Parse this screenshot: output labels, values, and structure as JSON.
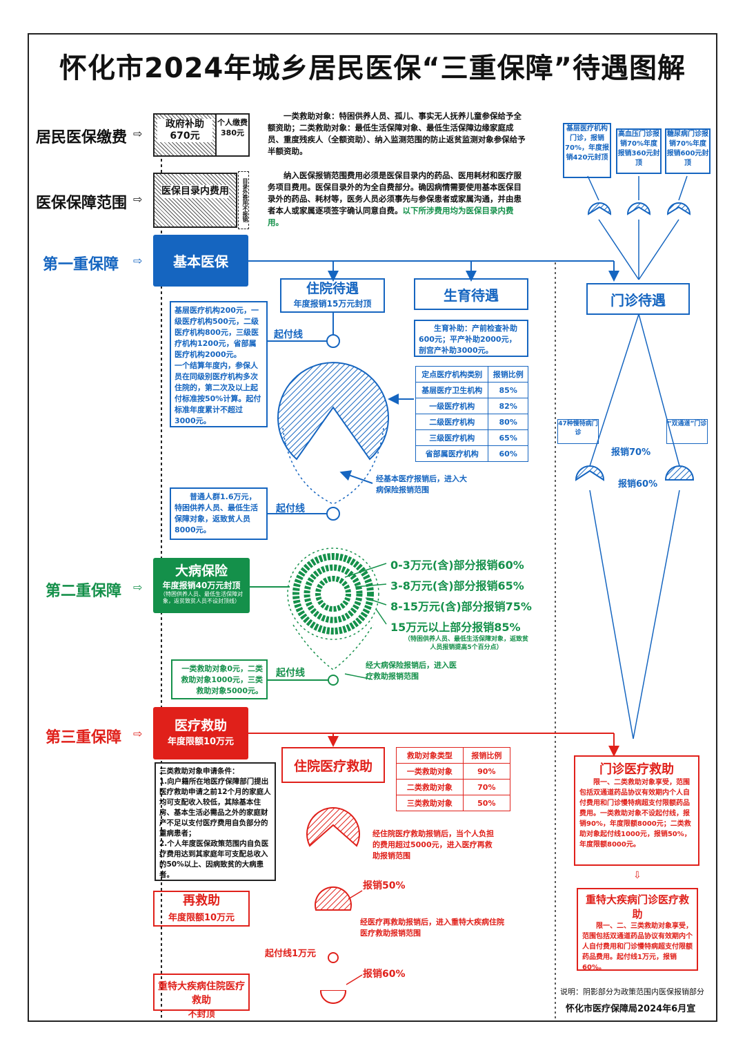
{
  "title": "怀化市2024年城乡居民医保“三重保障”待遇图解",
  "rows": {
    "payment": "居民医保缴费",
    "scope": "医保保障范围",
    "first": "第一重保障",
    "second": "第二重保障",
    "third": "第三重保障"
  },
  "payment": {
    "gov_label": "政府补助",
    "gov_amount": "670元",
    "personal_label": "个人缴费",
    "personal_amount": "380元"
  },
  "scope": {
    "inner": "医保目录内费用",
    "outer": "目录外费用不报销"
  },
  "notes": {
    "assistance": "一类救助对象：特困供养人员、孤儿、事实无人抚养儿童参保给予全额资助；二类救助对象：最低生活保障对象、最低生活保障边缘家庭成员、重度残疾人（全额资助）、纳入监测范围的防止返贫监测对象参保给予半额资助。",
    "scope_note": "纳入医保报销范围费用必须是医保目录内的药品、医用耗材和医疗服务项目费用。医保目录外的为全自费部分。确因病情需要使用基本医保目录外的药品、耗材等，医务人员必须事先与参保患者或家属沟通，并由患者本人或家属逐项签字确认同意自费。",
    "scope_note_green": "以下所涉费用均为医保目录内费用。"
  },
  "basic": {
    "label": "基本医保",
    "inpatient_title": "住院待遇",
    "inpatient_sub": "年度报销15万元封顶",
    "maternity_title": "生育待遇",
    "maternity_text": "生育补助：产前检查补助600元；平产补助2000元，剖宫产补助3000元。",
    "outpatient_title": "门诊待遇",
    "deductible_label": "起付线",
    "deductible_text": "基层医疗机构200元，一级医疗机构500元，二级医疗机构800元，三级医疗机构1200元，省部属医疗机构2000元。\n一个结算年度内，参保人员在同级别医疗机构多次住院的，第二次及以上起付标准按50%计算。起付标准年度累计不超过3000元。",
    "table_headers": [
      "定点医疗机构类别",
      "报销比例"
    ],
    "table_rows": [
      [
        "基层医疗卫生机构",
        "85%"
      ],
      [
        "一级医疗机构",
        "82%"
      ],
      [
        "二级医疗机构",
        "80%"
      ],
      [
        "三级医疗机构",
        "65%"
      ],
      [
        "省部属医疗机构",
        "60%"
      ]
    ],
    "after_text": "经基本医疗报销后，进入大病保险报销范围",
    "opd_items": [
      "基层医疗机构门诊，报销70%，年度报销420元封顶",
      "高血压门诊报销70%年度报销360元封顶",
      "糖尿病门诊报销70%年度报销600元封顶"
    ],
    "chronic_label": "47种慢特病门诊",
    "dual_label": "“双通道”门诊",
    "chronic_rate": "报销70%",
    "dual_rate": "报销60%"
  },
  "critical": {
    "label": "大病保险",
    "sub": "年度报销40万元封顶",
    "note": "（特困供养人员、最低生活保障对象，返贫致贫人员不设封顶线）",
    "deductible_label": "起付线",
    "deductible_text": "普通人群1.6万元，特困供养人员、最低生活保障对象，返致贫人员8000元。",
    "tiers": [
      "0-3万元(含)部分报销60%",
      "3-8万元(含)部分报销65%",
      "8-15万元(含)部分报销75%",
      "15万元以上部分报销85%"
    ],
    "tier_note": "（特困供养人员、最低生活保障对象，返致贫人员报销提高5个百分点）",
    "after_text": "经大病保险报销后，进入医疗救助报销范围"
  },
  "aid": {
    "label": "医疗救助",
    "sub": "年度限额10万元",
    "deductible_label": "起付线",
    "deductible_text": "一类救助对象0元，二类救助对象1000元，三类救助对象5000元。",
    "inpatient_title": "住院医疗救助",
    "table_headers": [
      "救助对象类型",
      "报销比例"
    ],
    "table_rows": [
      [
        "一类救助对象",
        "90%"
      ],
      [
        "二类救助对象",
        "70%"
      ],
      [
        "三类救助对象",
        "50%"
      ]
    ],
    "conditions": "三类救助对象申请条件：\n1.向户籍所在地医疗保障部门提出医疗救助申请之前12个月的家庭人均可支配收入较低，其除基本住房、基本生活必需品之外的家庭财产不足以支付医疗费用自负部分的重病患者；\n2.个人年度医保政策范围内自负医疗费用达到其家庭年可支配总收入的50%以上、因病致贫的大病患者。",
    "after_text": "经住院医疗救助报销后，当个人负担的费用超过5000元，进入医疗再救助报销范围",
    "re_title": "再救助",
    "re_sub": "年度限额10万元",
    "re_rate": "报销50%",
    "re_after": "经医疗再救助报销后，进入重特大疾病住院医疗救助报销范围",
    "major_deductible": "起付线1万元",
    "major_rate": "报销60%",
    "major_title": "重特大疾病住院医疗救助",
    "major_sub": "不封顶",
    "opd_title": "门诊医疗救助",
    "opd_text": "限一、二类救助对象享受，范围包括双通道药品协议有效期内个人自付费用和门诊慢特病超支付限额药品费用。一类救助对象不设起付线，报销90%，年度限额8000元；二类救助对象起付线1000元，报销50%，年度限额8000元。",
    "major_opd_title": "重特大疾病门诊医疗救助",
    "major_opd_text": "限一、二、三类救助对象享受，范围包括双通道药品协议有效期内个人自付费用和门诊慢特病超支付限额药品费用。起付线1万元，报销60%。"
  },
  "footer": {
    "note": "说明：阴影部分为政策范围内医保报销部分",
    "issuer": "怀化市医疗保障局2024年6月宣"
  },
  "colors": {
    "blue": "#1565c0",
    "green": "#14904a",
    "red": "#e0201a"
  }
}
